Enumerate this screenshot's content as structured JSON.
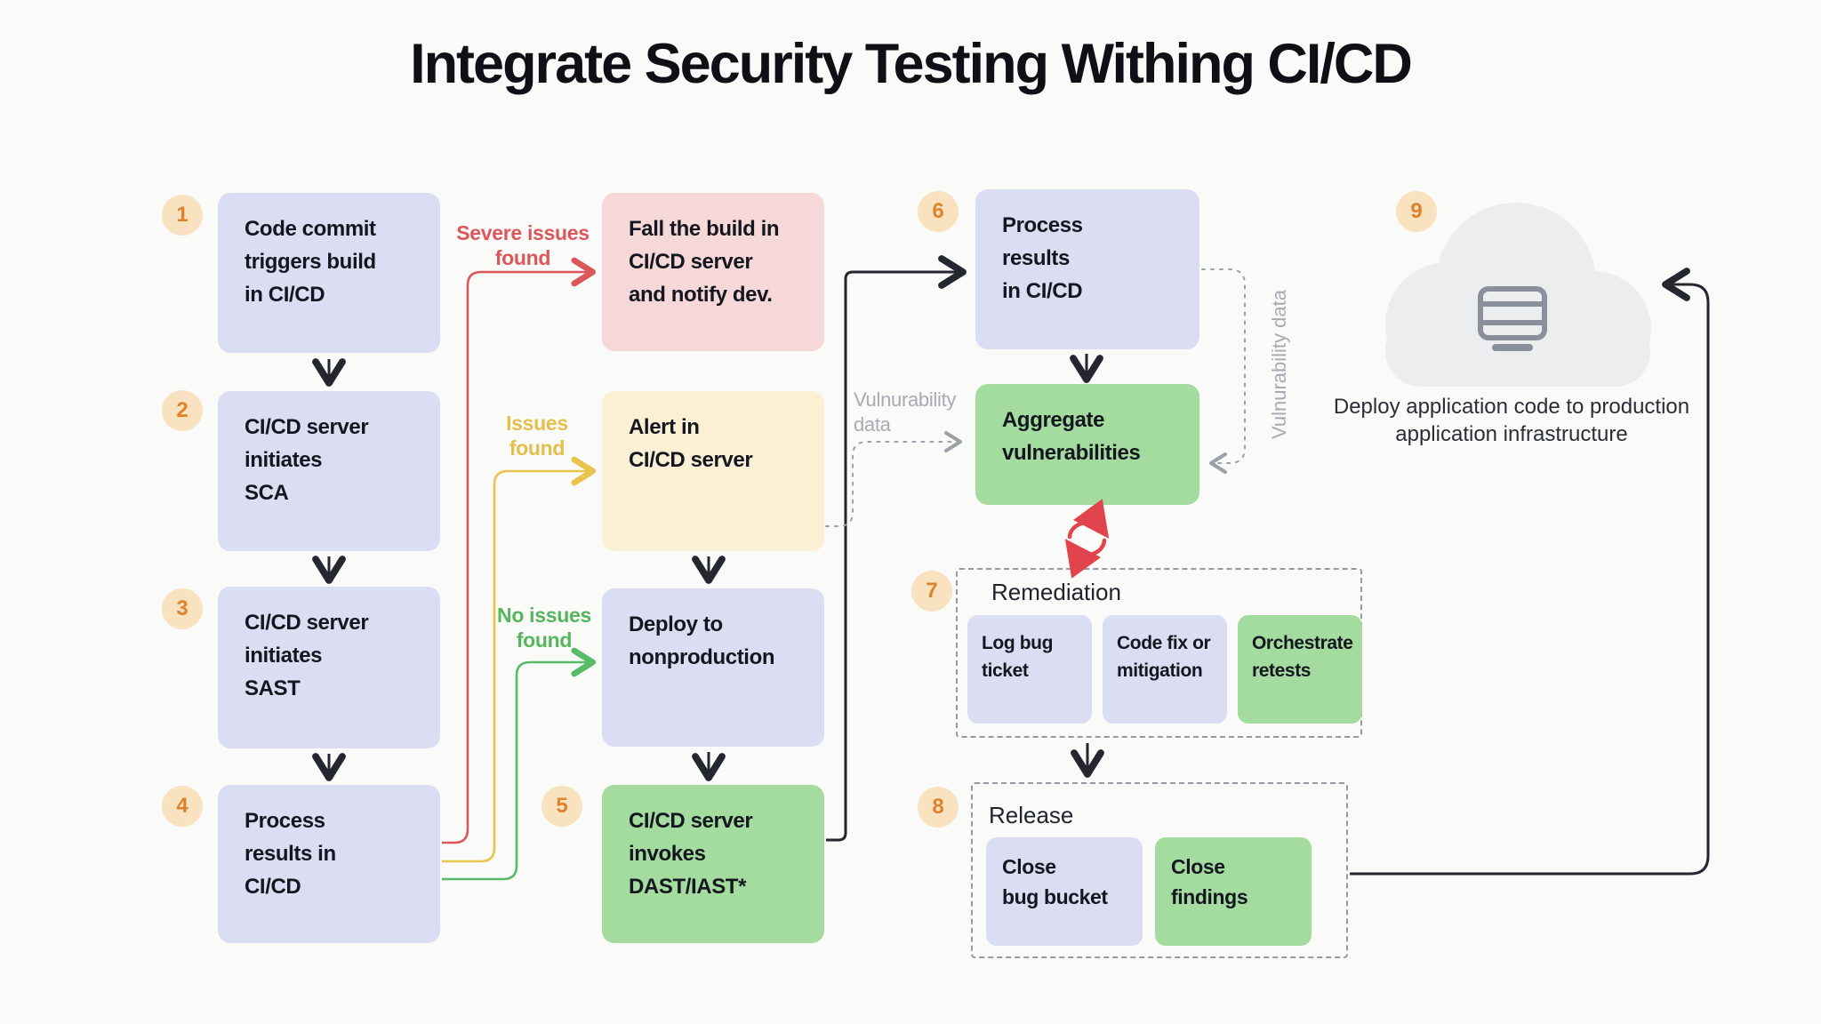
{
  "title": "Integrate Security Testing Withing CI/CD",
  "colors": {
    "background": "#FAFAF8",
    "box_lavender": "#DBDDF3",
    "box_pink": "#F7D8D8",
    "box_cream": "#FBEFD4",
    "box_green": "#A4DB9E",
    "badge_bg": "#F9E2C0",
    "badge_text": "#E0812B",
    "edge_red": "#DC575C",
    "edge_yellow": "#E9C54D",
    "edge_green": "#58BB68",
    "edge_black": "#24272F",
    "edge_gray_dashed": "#9BA1A9",
    "refresh_red": "#E2444D",
    "cloud_gray": "#ECEDEF",
    "server_icon_gray": "#8A8F9C"
  },
  "nodes": {
    "step1": {
      "badge": "1",
      "text": "Code commit\ntriggers build\nin CI/CD"
    },
    "step2": {
      "badge": "2",
      "text": "CI/CD server\ninitiates\nSCA"
    },
    "step3": {
      "badge": "3",
      "text": "CI/CD server\ninitiates\nSAST"
    },
    "step4": {
      "badge": "4",
      "text": "Process\nresults in\nCI/CD"
    },
    "fail_build": {
      "text": "Fall the build in\nCI/CD server\nand notify dev."
    },
    "alert": {
      "text": "Alert in\nCI/CD server"
    },
    "deploy_nonprod": {
      "text": "Deploy to\nnonproduction"
    },
    "step5": {
      "badge": "5",
      "text": "CI/CD server\ninvokes\nDAST/IAST*"
    },
    "step6": {
      "badge": "6",
      "text": "Process\nresults\nin CI/CD"
    },
    "aggregate": {
      "text": "Aggregate\nvulnerabilities"
    },
    "step7": {
      "badge": "7",
      "label": "Remediation",
      "items": [
        {
          "text": "Log bug\nticket"
        },
        {
          "text": "Code fix or\nmitigation"
        },
        {
          "text": "Orchestrate\nretests"
        }
      ]
    },
    "step8": {
      "badge": "8",
      "label": "Release",
      "items": [
        {
          "text": "Close\nbug bucket"
        },
        {
          "text": "Close\nfindings"
        }
      ]
    },
    "step9": {
      "badge": "9",
      "caption": "Deploy application code to production application infrastructure"
    }
  },
  "edge_labels": {
    "severe": "Severe issues\nfound",
    "issues": "Issues\nfound",
    "no_issues": "No issues\nfound",
    "vuln_left": "Vulnurability\ndata",
    "vuln_right": "Vulnurability data"
  }
}
